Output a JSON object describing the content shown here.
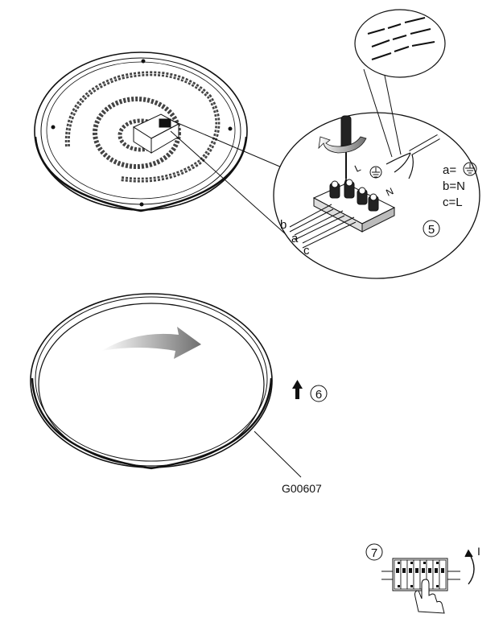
{
  "steps": {
    "step5": {
      "number": "5",
      "legend": {
        "a": "a=",
        "b": "b=N",
        "c": "c=L"
      },
      "wire_labels": {
        "b": "b",
        "a": "a",
        "c": "c"
      },
      "terminal_marks": {
        "L": "L",
        "N": "N"
      }
    },
    "step6": {
      "number": "6",
      "part_code": "G00607"
    },
    "step7": {
      "number": "7",
      "switch_state": "I"
    }
  },
  "icons": [
    "screwdriver-icon",
    "earth-ground-icon",
    "rotate-arrow-icon",
    "up-arrow-icon",
    "hand-icon",
    "circuit-breaker-icon"
  ],
  "colors": {
    "ink": "#111111",
    "arrow_gray": "#8a8a8a"
  }
}
